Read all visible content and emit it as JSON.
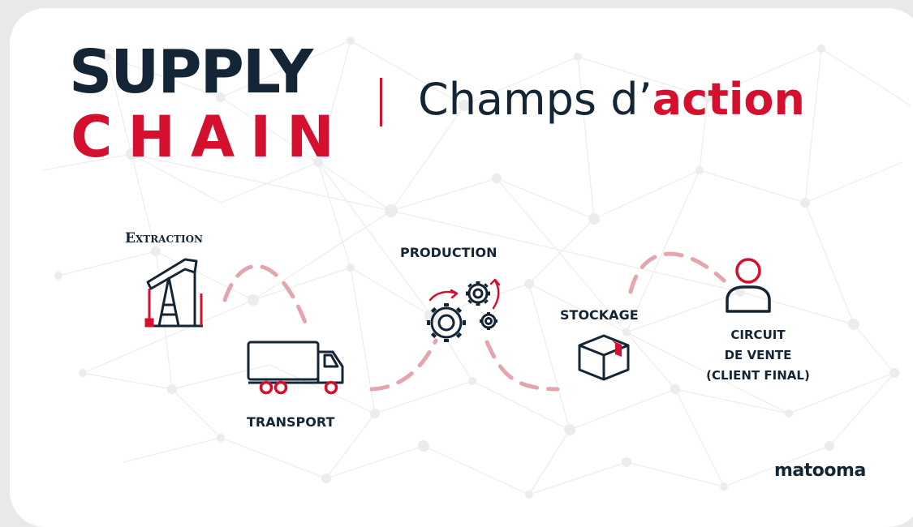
{
  "title": {
    "line1": "SUPPLY",
    "line2": "CHAIN",
    "subtitle_main": "Champs d’",
    "subtitle_accent": "action"
  },
  "steps": {
    "extraction": "Extraction",
    "transport": "TRANSPORT",
    "production": "PRODUCTION",
    "stockage": "STOCKAGE",
    "circuit": [
      "CIRCUIT",
      "DE VENTE",
      "(CLIENT FINAL)"
    ]
  },
  "logo": "matooma",
  "colors": {
    "navy": "#142535",
    "red": "#d5102e",
    "dash": "#e6a5ad",
    "network": "#e9eaec"
  },
  "icons": {
    "extraction": "oil-pumpjack-icon",
    "transport": "truck-icon",
    "production": "gears-icon",
    "stockage": "box-icon",
    "circuit": "person-icon"
  }
}
